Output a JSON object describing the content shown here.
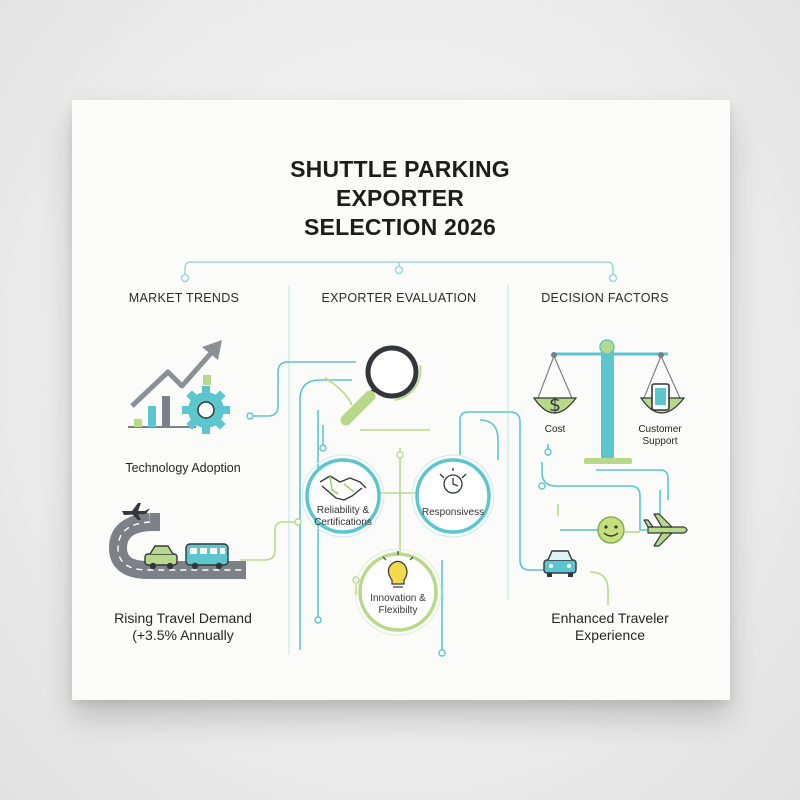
{
  "title_lines": [
    "SHUTTLE PARKING",
    "EXPORTER",
    "SELECTION 2026"
  ],
  "columns": {
    "market_trends": "MARKET TRENDS",
    "exporter_evaluation": "EXPORTER EVALUATION",
    "decision_factors": "DECISION FACTORS"
  },
  "market": {
    "tech_label": "Technology Adoption",
    "travel_label_line1": "Rising Travel Demand",
    "travel_label_line2": "(+3.5% Annually"
  },
  "evaluation": {
    "reliability_line1": "Reliability &",
    "reliability_line2": "Certifications",
    "responsiveness": "Responsivess",
    "innovation_line1": "Innovation &",
    "innovation_line2": "Flexibilty"
  },
  "decision": {
    "cost": "Cost",
    "support_line1": "Customer",
    "support_line2": "Support",
    "experience_line1": "Enhanced Traveler",
    "experience_line2": "Experience"
  },
  "colors": {
    "teal": "#5cc6cf",
    "lime": "#b9d98a",
    "dark": "#33373b",
    "grey": "#7c8187"
  }
}
